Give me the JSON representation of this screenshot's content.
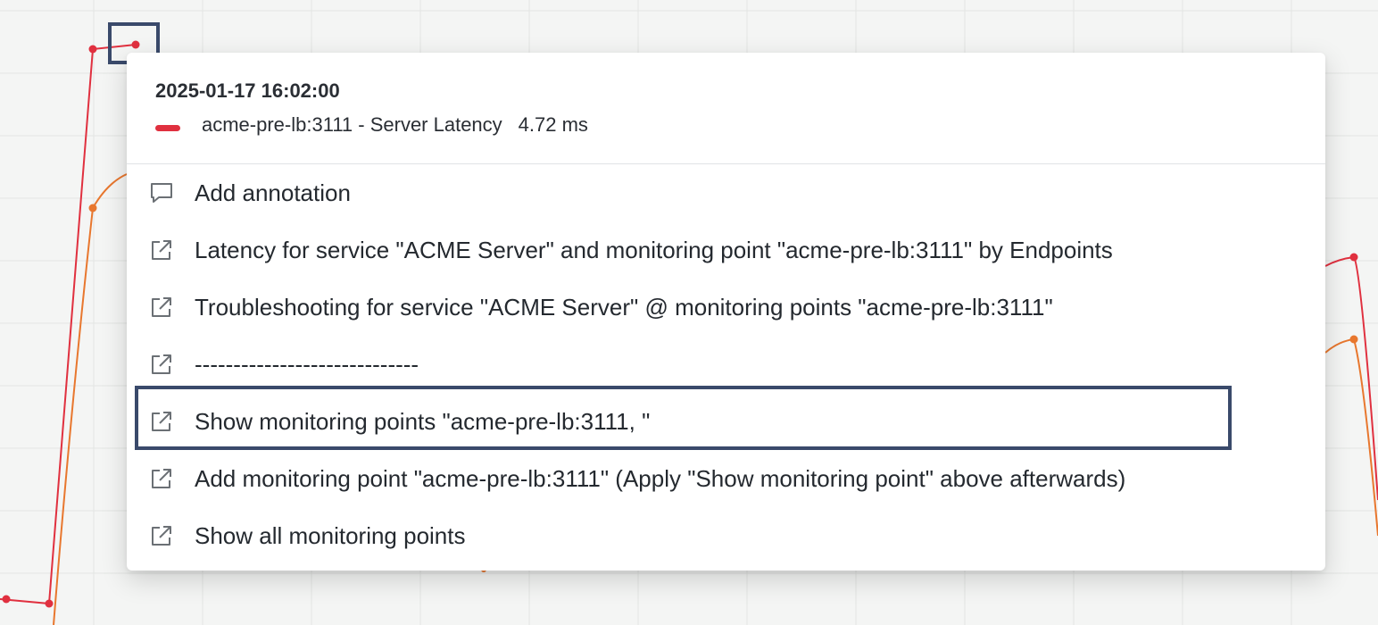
{
  "colors": {
    "latency_series": "#e0303f",
    "secondary_series": "#e8772e",
    "focus_outline": "#3a4a6b",
    "grid": "#e3e5e3"
  },
  "tooltip": {
    "timestamp": "2025-01-17 16:02:00",
    "series_name": "acme-pre-lb:3111 - Server Latency",
    "series_value": "4.72 ms"
  },
  "menu": {
    "items": [
      {
        "icon": "comment-icon",
        "label": "Add annotation"
      },
      {
        "icon": "external-link-icon",
        "label": "Latency for service \"ACME Server\" and monitoring point \"acme-pre-lb:3111\" by Endpoints"
      },
      {
        "icon": "external-link-icon",
        "label": "Troubleshooting for service \"ACME Server\" @ monitoring points \"acme-pre-lb:3111\""
      },
      {
        "icon": "external-link-icon",
        "label": "-----------------------------"
      },
      {
        "icon": "external-link-icon",
        "label": "Show monitoring points \"acme-pre-lb:3111, \""
      },
      {
        "icon": "external-link-icon",
        "label": "Add monitoring point \"acme-pre-lb:3111\" (Apply \"Show monitoring point\" above afterwards)"
      },
      {
        "icon": "external-link-icon",
        "label": "Show all monitoring points"
      }
    ]
  }
}
